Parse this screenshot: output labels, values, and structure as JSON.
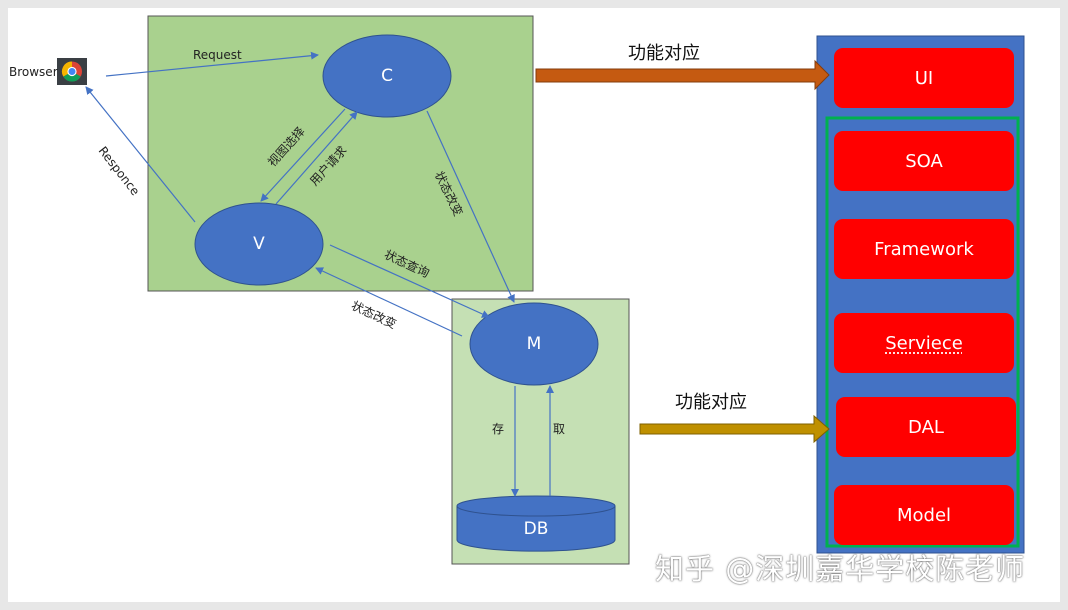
{
  "browser": {
    "label": "Browser",
    "icon": "chrome-icon"
  },
  "mvc": {
    "controller": "C",
    "view": "V",
    "model": "M",
    "database": "DB"
  },
  "edges": {
    "request": "Request",
    "responce": "Responce",
    "view_select": "视图选择",
    "user_request": "用户请求",
    "state_change_cm": "状态改变",
    "state_query": "状态查询",
    "state_change_mv": "状态改变",
    "store": "存",
    "fetch": "取"
  },
  "mapping": {
    "top": "功能对应",
    "bottom": "功能对应"
  },
  "layers": [
    "UI",
    "SOA",
    "Framework",
    "Serviece",
    "DAL",
    "Model"
  ],
  "watermark": "知乎 @深圳嘉华学校陈老师",
  "colors": {
    "green_box": "#a9d18e",
    "light_green_box": "#c5e0b4",
    "ellipse": "#4472c4",
    "column": "#4472c4",
    "layer": "#ff0000",
    "group_border": "#00b050",
    "arrow_top": "#c55a11",
    "arrow_bottom": "#bf9000"
  }
}
